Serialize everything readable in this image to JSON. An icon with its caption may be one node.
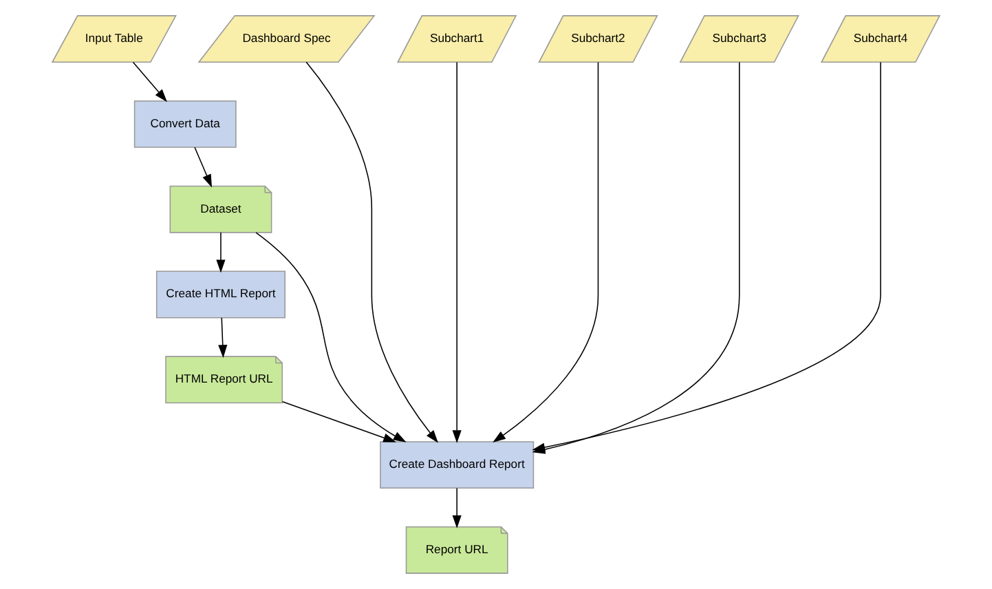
{
  "diagram": {
    "nodes": [
      {
        "text": [
          "Input Table"
        ]
      },
      {
        "text": [
          "Dashboard Spec"
        ]
      },
      {
        "text": [
          "Subchart1"
        ]
      },
      {
        "text": [
          "Subchart2"
        ]
      },
      {
        "text": [
          "Subchart3"
        ]
      },
      {
        "text": [
          "Subchart4"
        ]
      },
      {
        "text": [
          "Convert Data"
        ]
      },
      {
        "text": [
          "Dataset"
        ]
      },
      {
        "text": [
          "Create HTML Report"
        ]
      },
      {
        "text": [
          "HTML Report URL"
        ]
      },
      {
        "text": [
          "Create Dashboard Report"
        ]
      },
      {
        "text": [
          "Report URL"
        ]
      }
    ],
    "edges": [
      {
        "from": 0,
        "to": 6,
        "arrow": "to"
      },
      {
        "from": 6,
        "to": 7,
        "arrow": "to"
      },
      {
        "from": 7,
        "to": 8,
        "arrow": "to"
      },
      {
        "from": 8,
        "to": 9,
        "arrow": "to"
      },
      {
        "from": 7,
        "to": 10,
        "arrow": "to"
      },
      {
        "from": 9,
        "to": 10,
        "arrow": "to"
      },
      {
        "from": 1,
        "to": 10,
        "arrow": "to"
      },
      {
        "from": 2,
        "to": 10,
        "arrow": "to"
      },
      {
        "from": 3,
        "to": 10,
        "arrow": "to"
      },
      {
        "from": 4,
        "to": 10,
        "arrow": "to"
      },
      {
        "from": 5,
        "to": 10,
        "arrow": "to"
      },
      {
        "from": 10,
        "to": 11,
        "arrow": "to"
      }
    ]
  }
}
